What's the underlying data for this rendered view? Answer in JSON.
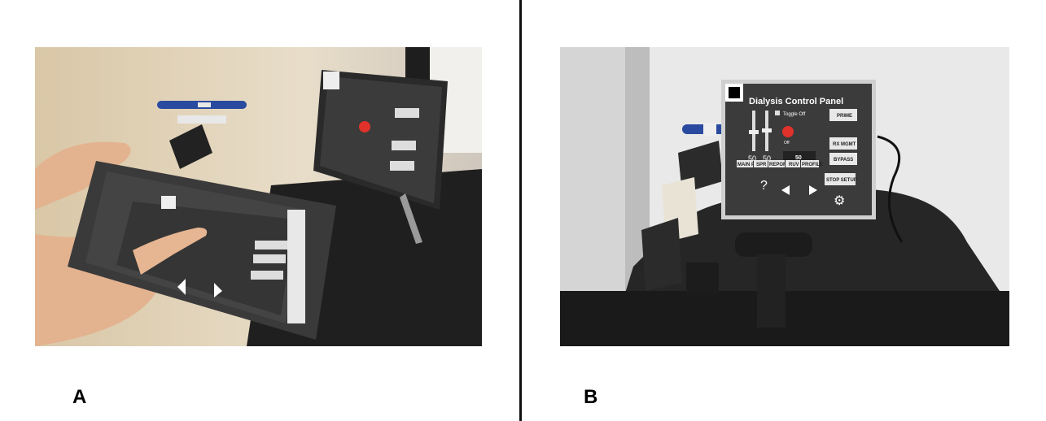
{
  "labels": {
    "a": "A",
    "b": "B"
  },
  "screen": {
    "title": "Dialysis Control Panel",
    "toggle_label": "Toggle Off",
    "status": "Off",
    "value": "50",
    "slider_values": [
      "50",
      "50"
    ],
    "right_buttons": [
      "PRIME",
      "RX MGMT",
      "BYPASS",
      "STOP SETUP"
    ],
    "bottom_tabs": [
      "MAIN PAGE",
      "SPR",
      "REPORT",
      "RUV",
      "PROFILE"
    ]
  },
  "colors": {
    "background": "#ffffff",
    "divider": "#111111",
    "status_light": "#e0322a",
    "screen_bg": "#3b3b3b"
  }
}
